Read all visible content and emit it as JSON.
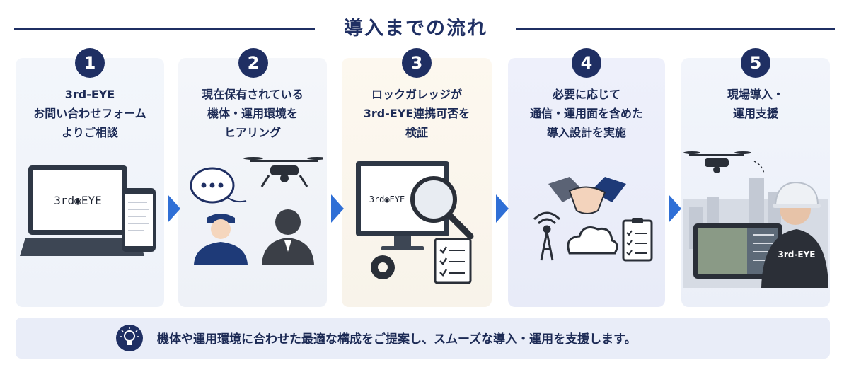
{
  "title": "導入までの流れ",
  "steps": [
    {
      "num": "1",
      "lines": [
        "3rd-EYE",
        "お問い合わせフォーム",
        "よりご相談"
      ],
      "screen_logo": "3rd◉EYE"
    },
    {
      "num": "2",
      "lines": [
        "現在保有されている",
        "機体・運用環境を",
        "ヒアリング"
      ],
      "bubble": "•••"
    },
    {
      "num": "3",
      "lines": [
        "ロックガレッジが",
        "3rd-EYE連携可否を",
        "検証"
      ],
      "screen_logo": "3rd◉EYE"
    },
    {
      "num": "4",
      "lines": [
        "必要に応じて",
        "通信・運用面を含めた",
        "導入設計を実施"
      ]
    },
    {
      "num": "5",
      "lines": [
        "現場導入・",
        "運用支援"
      ],
      "jacket_label": "3rd-EYE"
    }
  ],
  "footer": {
    "icon": "lightbulb-icon",
    "text": "機体や運用環境に合わせた最適な構成をご提案し、スムーズな導入・運用を支援します。"
  },
  "colors": {
    "navy": "#1f2f63",
    "arrow": "#2f6fd6",
    "card_bg": "#f3f5fa",
    "footer_bg": "#e9edf8"
  }
}
